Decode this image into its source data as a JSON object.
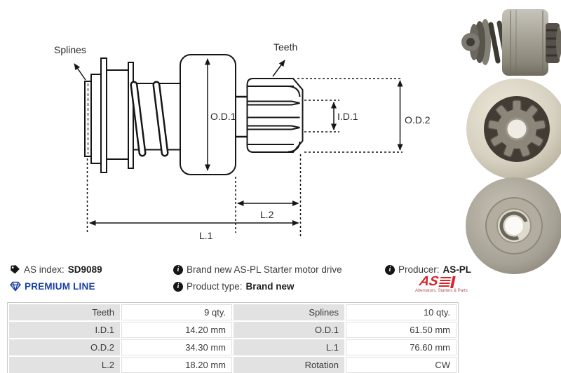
{
  "diagram": {
    "labels": {
      "splines": "Splines",
      "teeth": "Teeth",
      "od1": "O.D.1",
      "id1": "I.D.1",
      "od2": "O.D.2",
      "l1": "L.1",
      "l2": "L.2"
    }
  },
  "info": {
    "as_index_label": "AS index:",
    "as_index_value": "SD9089",
    "premium_line_label": "PREMIUM LINE",
    "description": "Brand new AS-PL Starter motor drive",
    "product_type_label": "Product type:",
    "product_type_value": "Brand new",
    "producer_label": "Producer:",
    "producer_value": "AS-PL"
  },
  "logo": {
    "text": "AS",
    "tagline": "Alternators, Starters & Parts"
  },
  "icons": {
    "info_glyph": "i"
  },
  "colors": {
    "premium_blue": "#1a3ea1",
    "logo_red": "#d8232a",
    "drawing_line": "#161616",
    "table_label_bg": "#e2e2e2"
  },
  "table": {
    "rows": [
      {
        "label1": "Teeth",
        "value1": "9 qty.",
        "label2": "Splines",
        "value2": "10 qty."
      },
      {
        "label1": "I.D.1",
        "value1": "14.20 mm",
        "label2": "O.D.1",
        "value2": "61.50 mm"
      },
      {
        "label1": "O.D.2",
        "value1": "34.30 mm",
        "label2": "L.1",
        "value2": "76.60 mm"
      },
      {
        "label1": "L.2",
        "value1": "18.20 mm",
        "label2": "Rotation",
        "value2": "CW"
      }
    ]
  }
}
